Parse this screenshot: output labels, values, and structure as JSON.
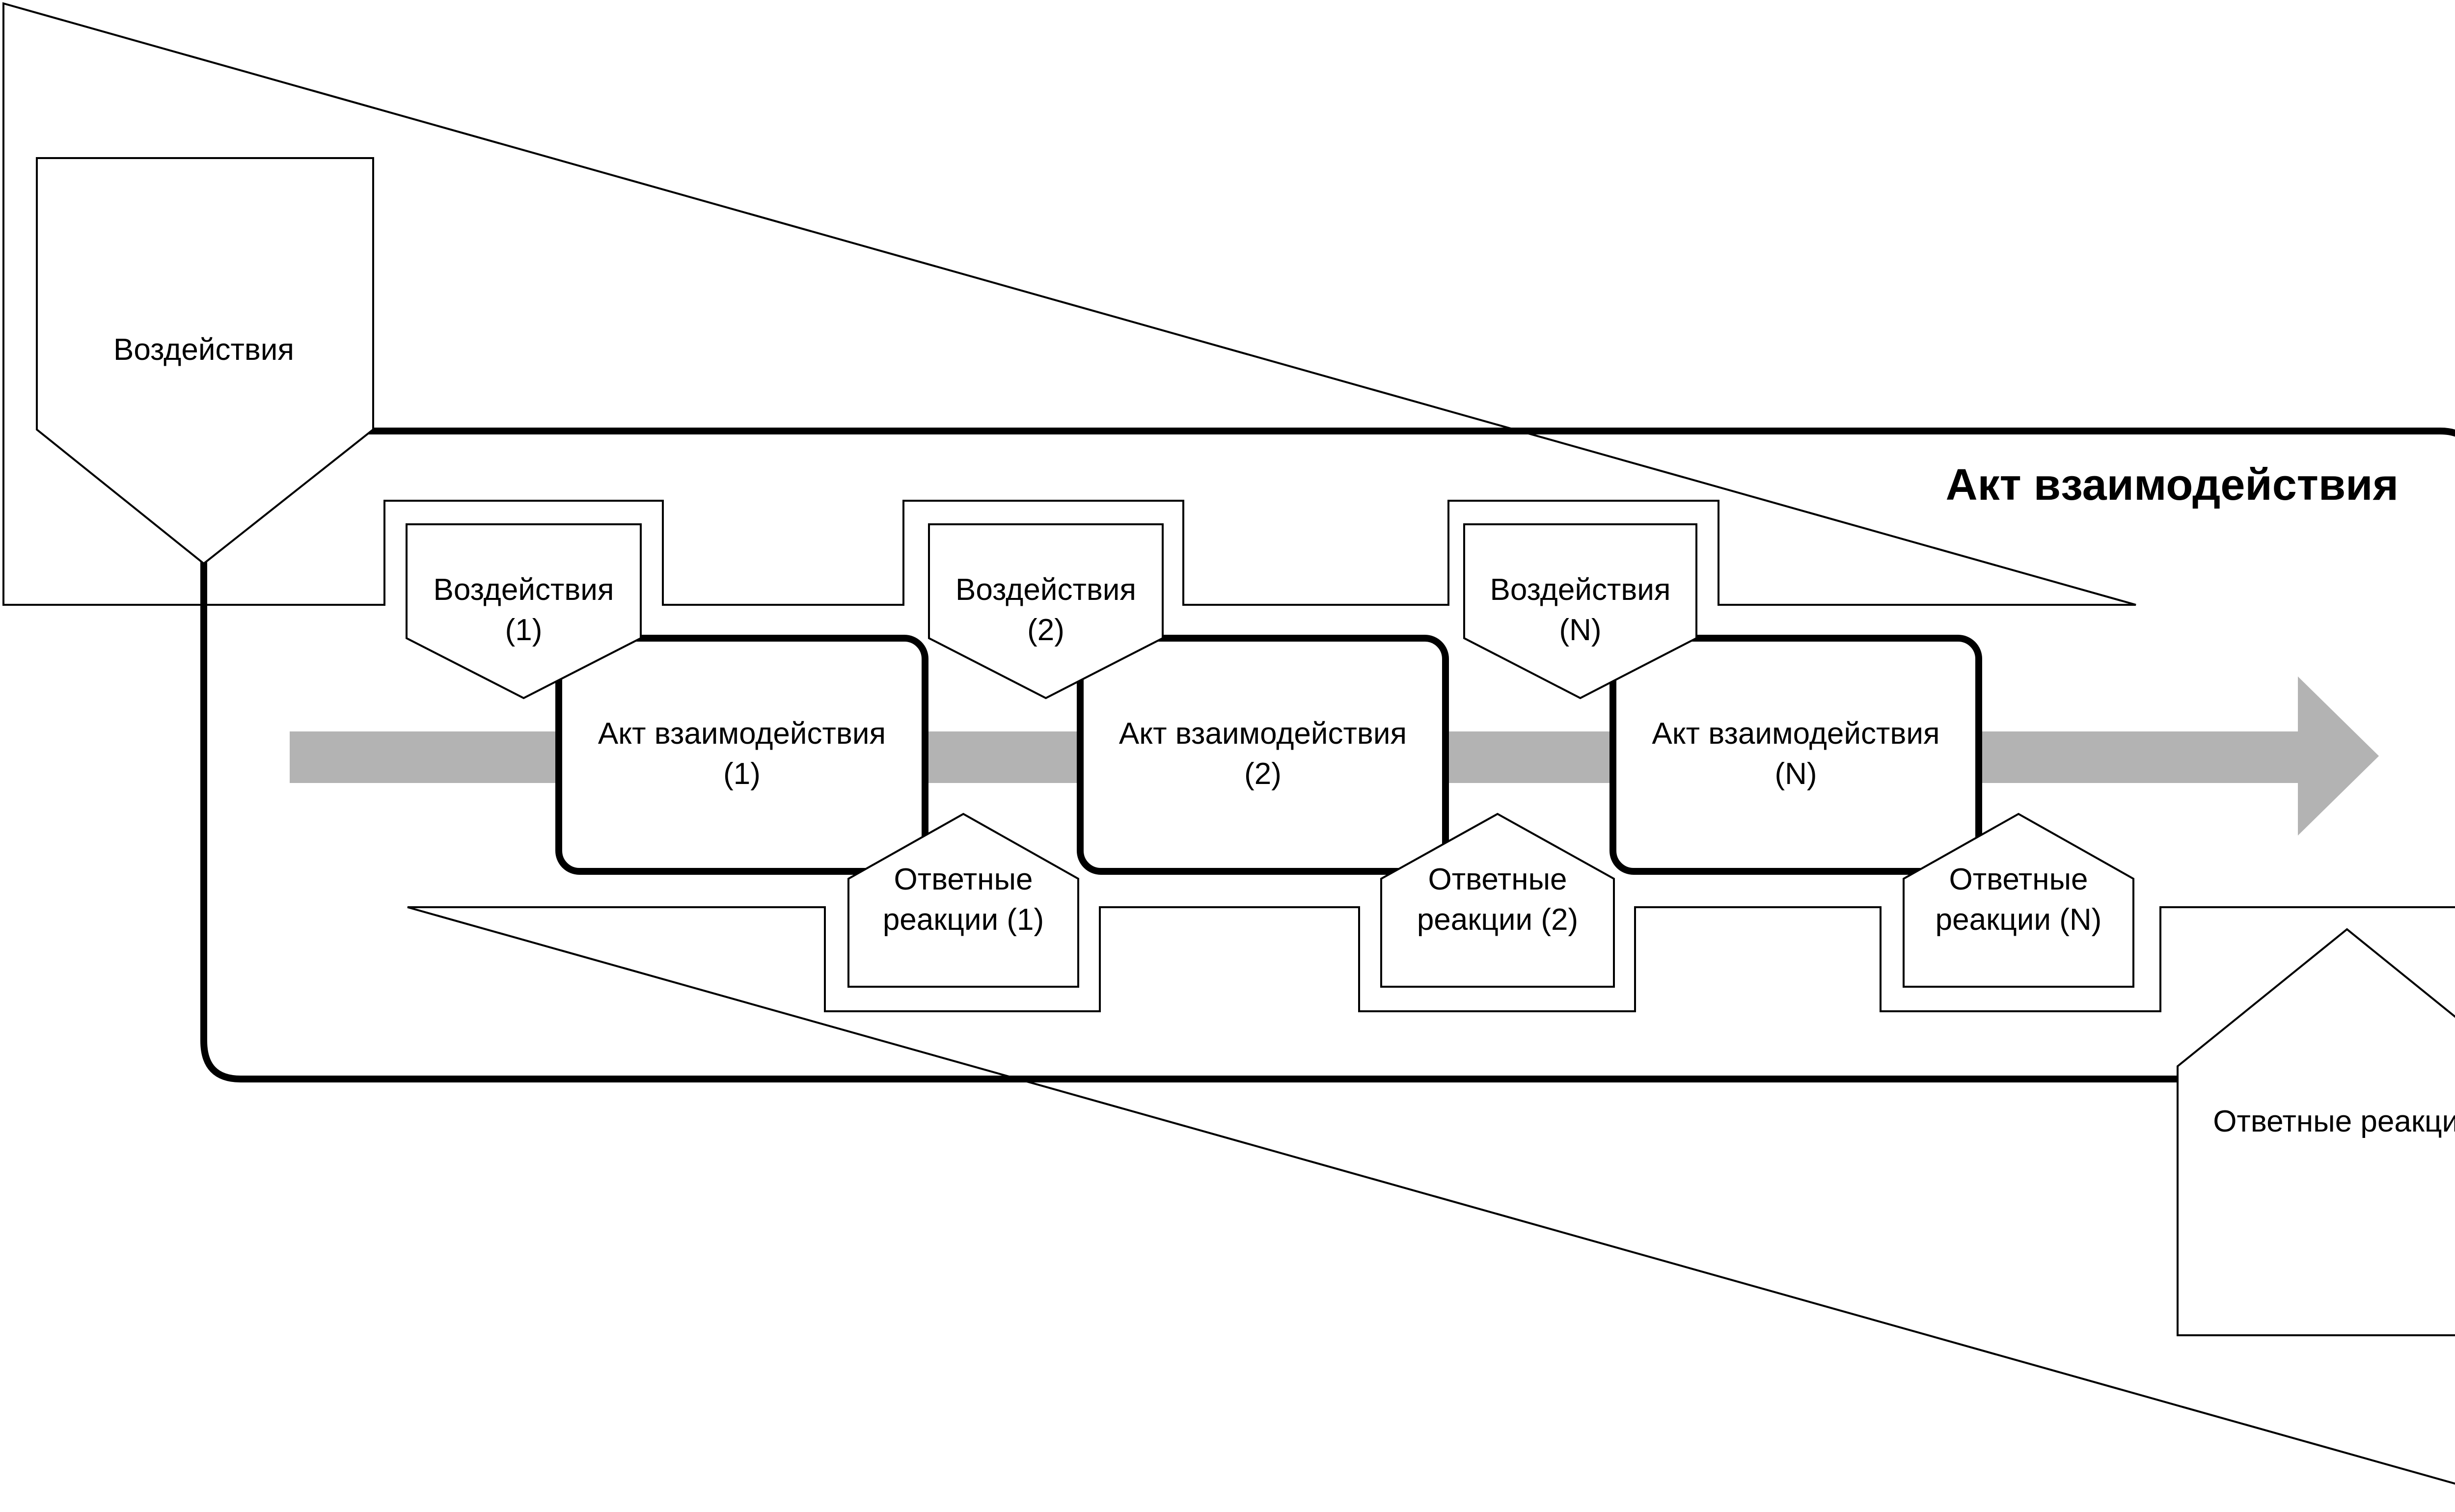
{
  "outer_input": {
    "label": "Воздействия"
  },
  "outer_output": {
    "label": "Ответные реакции"
  },
  "main_act": {
    "title": "Акт взаимодействия"
  },
  "stages": [
    {
      "input": [
        "Воздействия",
        "(1)"
      ],
      "act": [
        "Акт взаимодействия",
        "(1)"
      ],
      "output": [
        "Ответные",
        "реакции (1)"
      ]
    },
    {
      "input": [
        "Воздействия",
        "(2)"
      ],
      "act": [
        "Акт взаимодействия",
        "(2)"
      ],
      "output": [
        "Ответные",
        "реакции (2)"
      ]
    },
    {
      "input": [
        "Воздействия",
        "(N)"
      ],
      "act": [
        "Акт взаимодействия",
        "(N)"
      ],
      "output": [
        "Ответные",
        "реакции (N)"
      ]
    }
  ]
}
